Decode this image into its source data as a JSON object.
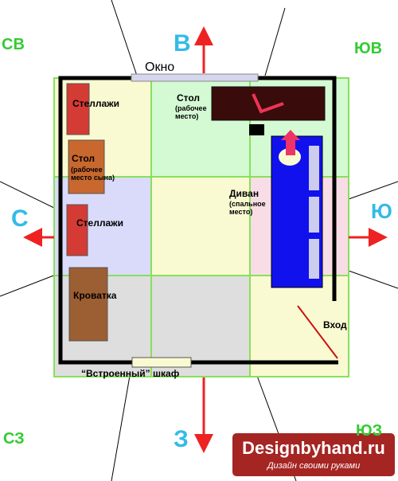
{
  "directions": {
    "north": "В",
    "south": "З",
    "west": "С",
    "east": "Ю"
  },
  "corners": {
    "top_left": "СВ",
    "top_right": "ЮВ",
    "bottom_left": "СЗ",
    "bottom_right": "ЮЗ"
  },
  "window_label": "Окно",
  "wardrobe_label": "“Встроенный” шкаф",
  "furniture": {
    "shelves_top": "Стеллажи",
    "son_desk_title": "Стол",
    "son_desk_sub": "(рабочее место сына)",
    "shelves_mid": "Стеллажи",
    "crib": "Кроватка",
    "desk_title": "Стол",
    "desk_sub": "(рабочее место)",
    "sofa_title": "Диван",
    "sofa_sub": "(спальное место)",
    "entrance": "Вход"
  },
  "watermark": {
    "site": "Designbyhand.ru",
    "tagline": "Дизайн своими руками"
  },
  "colors": {
    "zone_nw": "#fafad2",
    "zone_n": "#d4fad4",
    "zone_ne": "#d4fad4",
    "zone_w": "#dadafa",
    "zone_c": "#fafad2",
    "zone_e": "#f8dde6",
    "zone_sw": "#dedede",
    "zone_s": "#dedede",
    "zone_se": "#fafad2",
    "zone_border": "#88e05a",
    "wall": "#000000",
    "arrow": "#ee2222",
    "direction_text": "#33bbe8",
    "corner_text": "#33cc33",
    "shelf": "#d33b34",
    "son_desk": "#c8682e",
    "crib": "#9c5e33",
    "desk": "#3a0b0b",
    "sofa": "#1111ee",
    "pillow": "#ccccee",
    "window": "#d6d6ee",
    "wardrobe": "#fafad2",
    "watermark_bg": "#a52523"
  }
}
